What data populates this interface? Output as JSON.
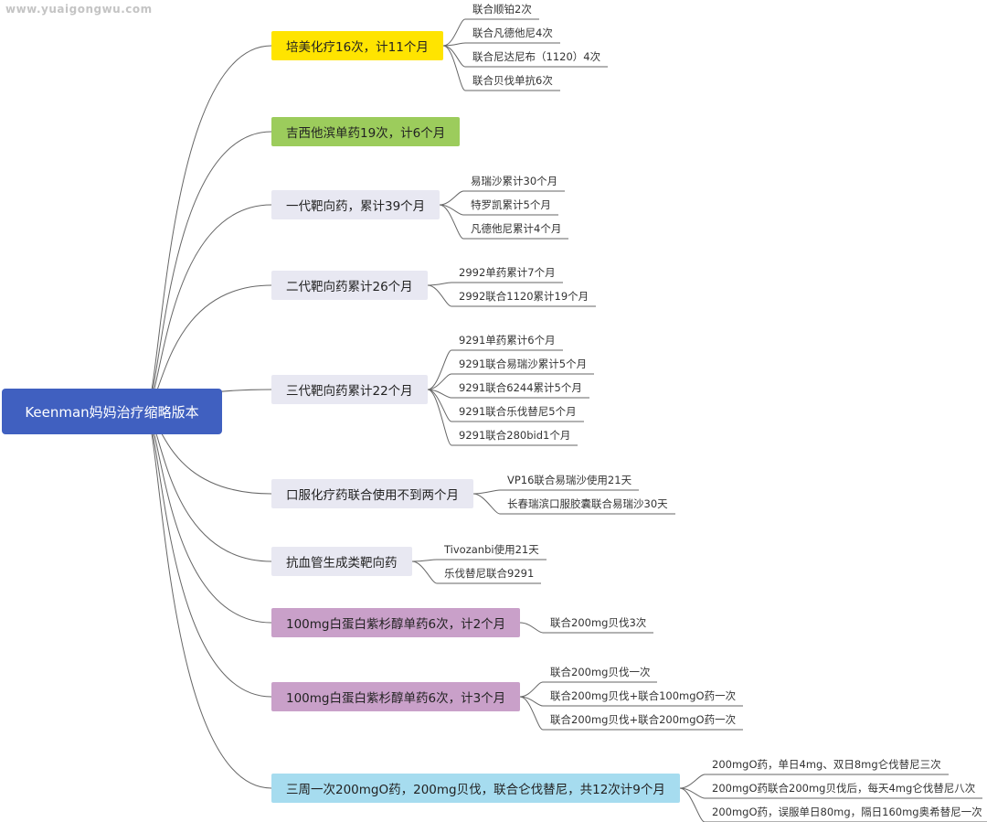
{
  "watermark": "www.yuaigongwu.com",
  "root": {
    "label": "Keenman妈妈治疗缩略版本",
    "color": "#4060c0"
  },
  "colors": {
    "yellow": "#ffe400",
    "green": "#9ccc5c",
    "lavender": "#e8e8f2",
    "purple": "#c9a0c9",
    "blue": "#a6dcef",
    "line": "#666666"
  },
  "branches": [
    {
      "label": "培美化疗16次，计11个月",
      "leaves": [
        "联合顺铂2次",
        "联合凡德他尼4次",
        "联合尼达尼布（1120）4次",
        "联合贝伐单抗6次"
      ]
    },
    {
      "label": "吉西他滨单药19次，计6个月",
      "leaves": []
    },
    {
      "label": "一代靶向药，累计39个月",
      "leaves": [
        "易瑞沙累计30个月",
        "特罗凯累计5个月",
        "凡德他尼累计4个月"
      ]
    },
    {
      "label": "二代靶向药累计26个月",
      "leaves": [
        "2992单药累计7个月",
        "2992联合1120累计19个月"
      ]
    },
    {
      "label": "三代靶向药累计22个月",
      "leaves": [
        "9291单药累计6个月",
        "9291联合易瑞沙累计5个月",
        "9291联合6244累计5个月",
        "9291联合乐伐替尼5个月",
        "9291联合280bid1个月"
      ]
    },
    {
      "label": "口服化疗药联合使用不到两个月",
      "leaves": [
        "VP16联合易瑞沙使用21天",
        "长春瑞滨口服胶囊联合易瑞沙30天"
      ]
    },
    {
      "label": "抗血管生成类靶向药",
      "leaves": [
        "Tivozanbi使用21天",
        "乐伐替尼联合9291"
      ]
    },
    {
      "label": "100mg白蛋白紫杉醇单药6次，计2个月",
      "leaves": [
        "联合200mg贝伐3次"
      ]
    },
    {
      "label": "100mg白蛋白紫杉醇单药6次，计3个月",
      "leaves": [
        "联合200mg贝伐一次",
        "联合200mg贝伐+联合100mgO药一次",
        "联合200mg贝伐+联合200mgO药一次"
      ]
    },
    {
      "label": "三周一次200mgO药，200mg贝伐，联合仑伐替尼，共12次计9个月",
      "leaves": [
        "200mgO药，单日4mg、双日8mg仑伐替尼三次",
        "200mgO药联合200mg贝伐后，每天4mg仑伐替尼八次",
        "200mgO药，误服单日80mg，隔日160mg奥希替尼一次"
      ]
    }
  ]
}
